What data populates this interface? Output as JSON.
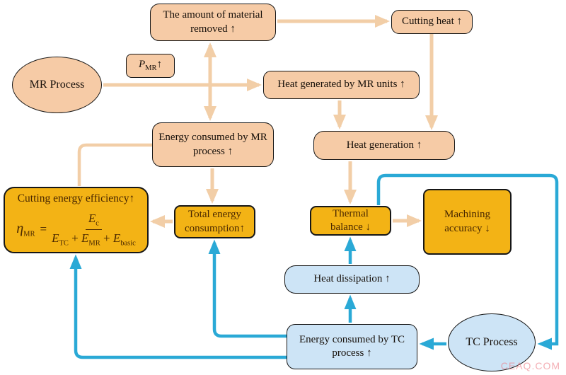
{
  "nodes": {
    "material_removed": {
      "label": "The amount of material removed ↑"
    },
    "cutting_heat": {
      "label": "Cutting heat ↑"
    },
    "mr_process": {
      "label": "MR Process"
    },
    "p_mr": {
      "base": "P",
      "sub": "MR",
      "arrow": "↑"
    },
    "heat_generated_units": {
      "label": "Heat generated by MR units ↑"
    },
    "energy_mr": {
      "label": "Energy consumed by MR process ↑"
    },
    "heat_generation": {
      "label": "Heat generation ↑"
    },
    "cutting_efficiency": {
      "title": "Cutting energy efficiency↑"
    },
    "total_energy": {
      "label": "Total energy consumption↑"
    },
    "thermal_balance": {
      "label": "Thermal balance ↓"
    },
    "machining_accuracy": {
      "label": "Machining accuracy ↓"
    },
    "heat_dissipation": {
      "label": "Heat dissipation ↑"
    },
    "energy_tc": {
      "label": "Energy consumed by TC process ↑"
    },
    "tc_process": {
      "label": "TC Process"
    }
  },
  "formula": {
    "lhs_base": "η",
    "lhs_sub": "MR",
    "equals": "=",
    "num_base": "E",
    "num_sub": "c",
    "plus": "+",
    "den1_base": "E",
    "den1_sub": "TC",
    "den2_base": "E",
    "den2_sub": "MR",
    "den3_base": "E",
    "den3_sub": "basic"
  },
  "watermark": "CEAQ.COM",
  "colors": {
    "peach_fill": "#F6CBA6",
    "gold_fill": "#F3B315",
    "light_blue_fill": "#CDE4F6",
    "peach_arrow": "#F2CEA7",
    "blue_arrow": "#2AA9D6"
  }
}
